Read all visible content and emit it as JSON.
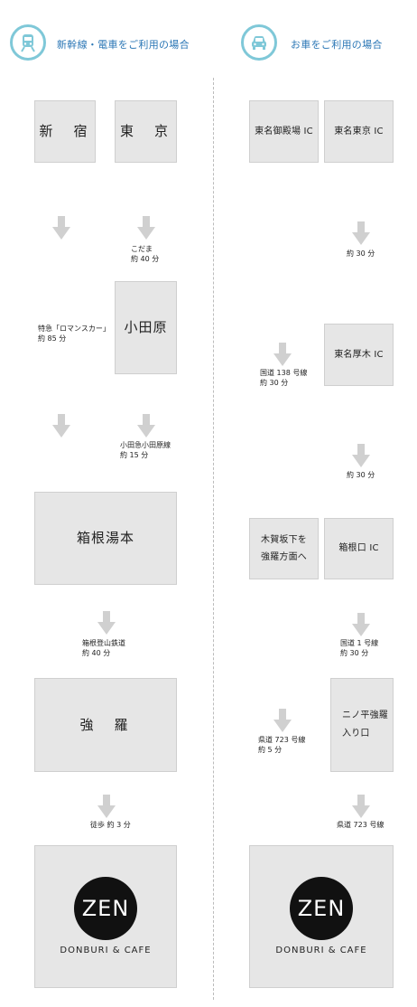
{
  "headers": {
    "train_title": "新幹線・電車をご利用の場合",
    "car_title": "お車をご利用の場合"
  },
  "train": {
    "shinjuku": "新　宿",
    "tokyo": "東　京",
    "note_kodama": "こだま\n約 40 分",
    "odawara": "小田原",
    "note_romancecar": "特急「ロマンスカー」\n約 85 分",
    "note_odakyu": "小田急小田原線\n約 15 分",
    "hakone_yumoto": "箱根湯本",
    "note_tozan": "箱根登山鉄道\n約 40 分",
    "gora": "強　羅",
    "note_walk": "徒歩 約 3 分"
  },
  "car": {
    "gotemba_ic": "東名御殿場 IC",
    "tokyo_ic": "東名東京 IC",
    "note_30a": "約 30 分",
    "note_r138": "国道 138 号線\n約 30 分",
    "atsugi_ic": "東名厚木 IC",
    "note_30b": "約 30 分",
    "kigasaka": "木賀坂下を\n強羅方面へ",
    "hakoneguchi_ic": "箱根口 IC",
    "note_r1": "国道 1 号線\n約 30 分",
    "ninotaira": "ニノ平強羅\n入り口",
    "note_p723a": "県道 723 号線\n約 5 分",
    "note_p723b": "県道 723 号線"
  },
  "logo": {
    "circle_text": "ZEN",
    "sub_text": "DONBURI & CAFE"
  },
  "colors": {
    "header_text": "#2a76b5",
    "icon_ring": "#7fc8d8",
    "box_bg": "#e6e6e6",
    "arrow": "#d0d0d0"
  }
}
